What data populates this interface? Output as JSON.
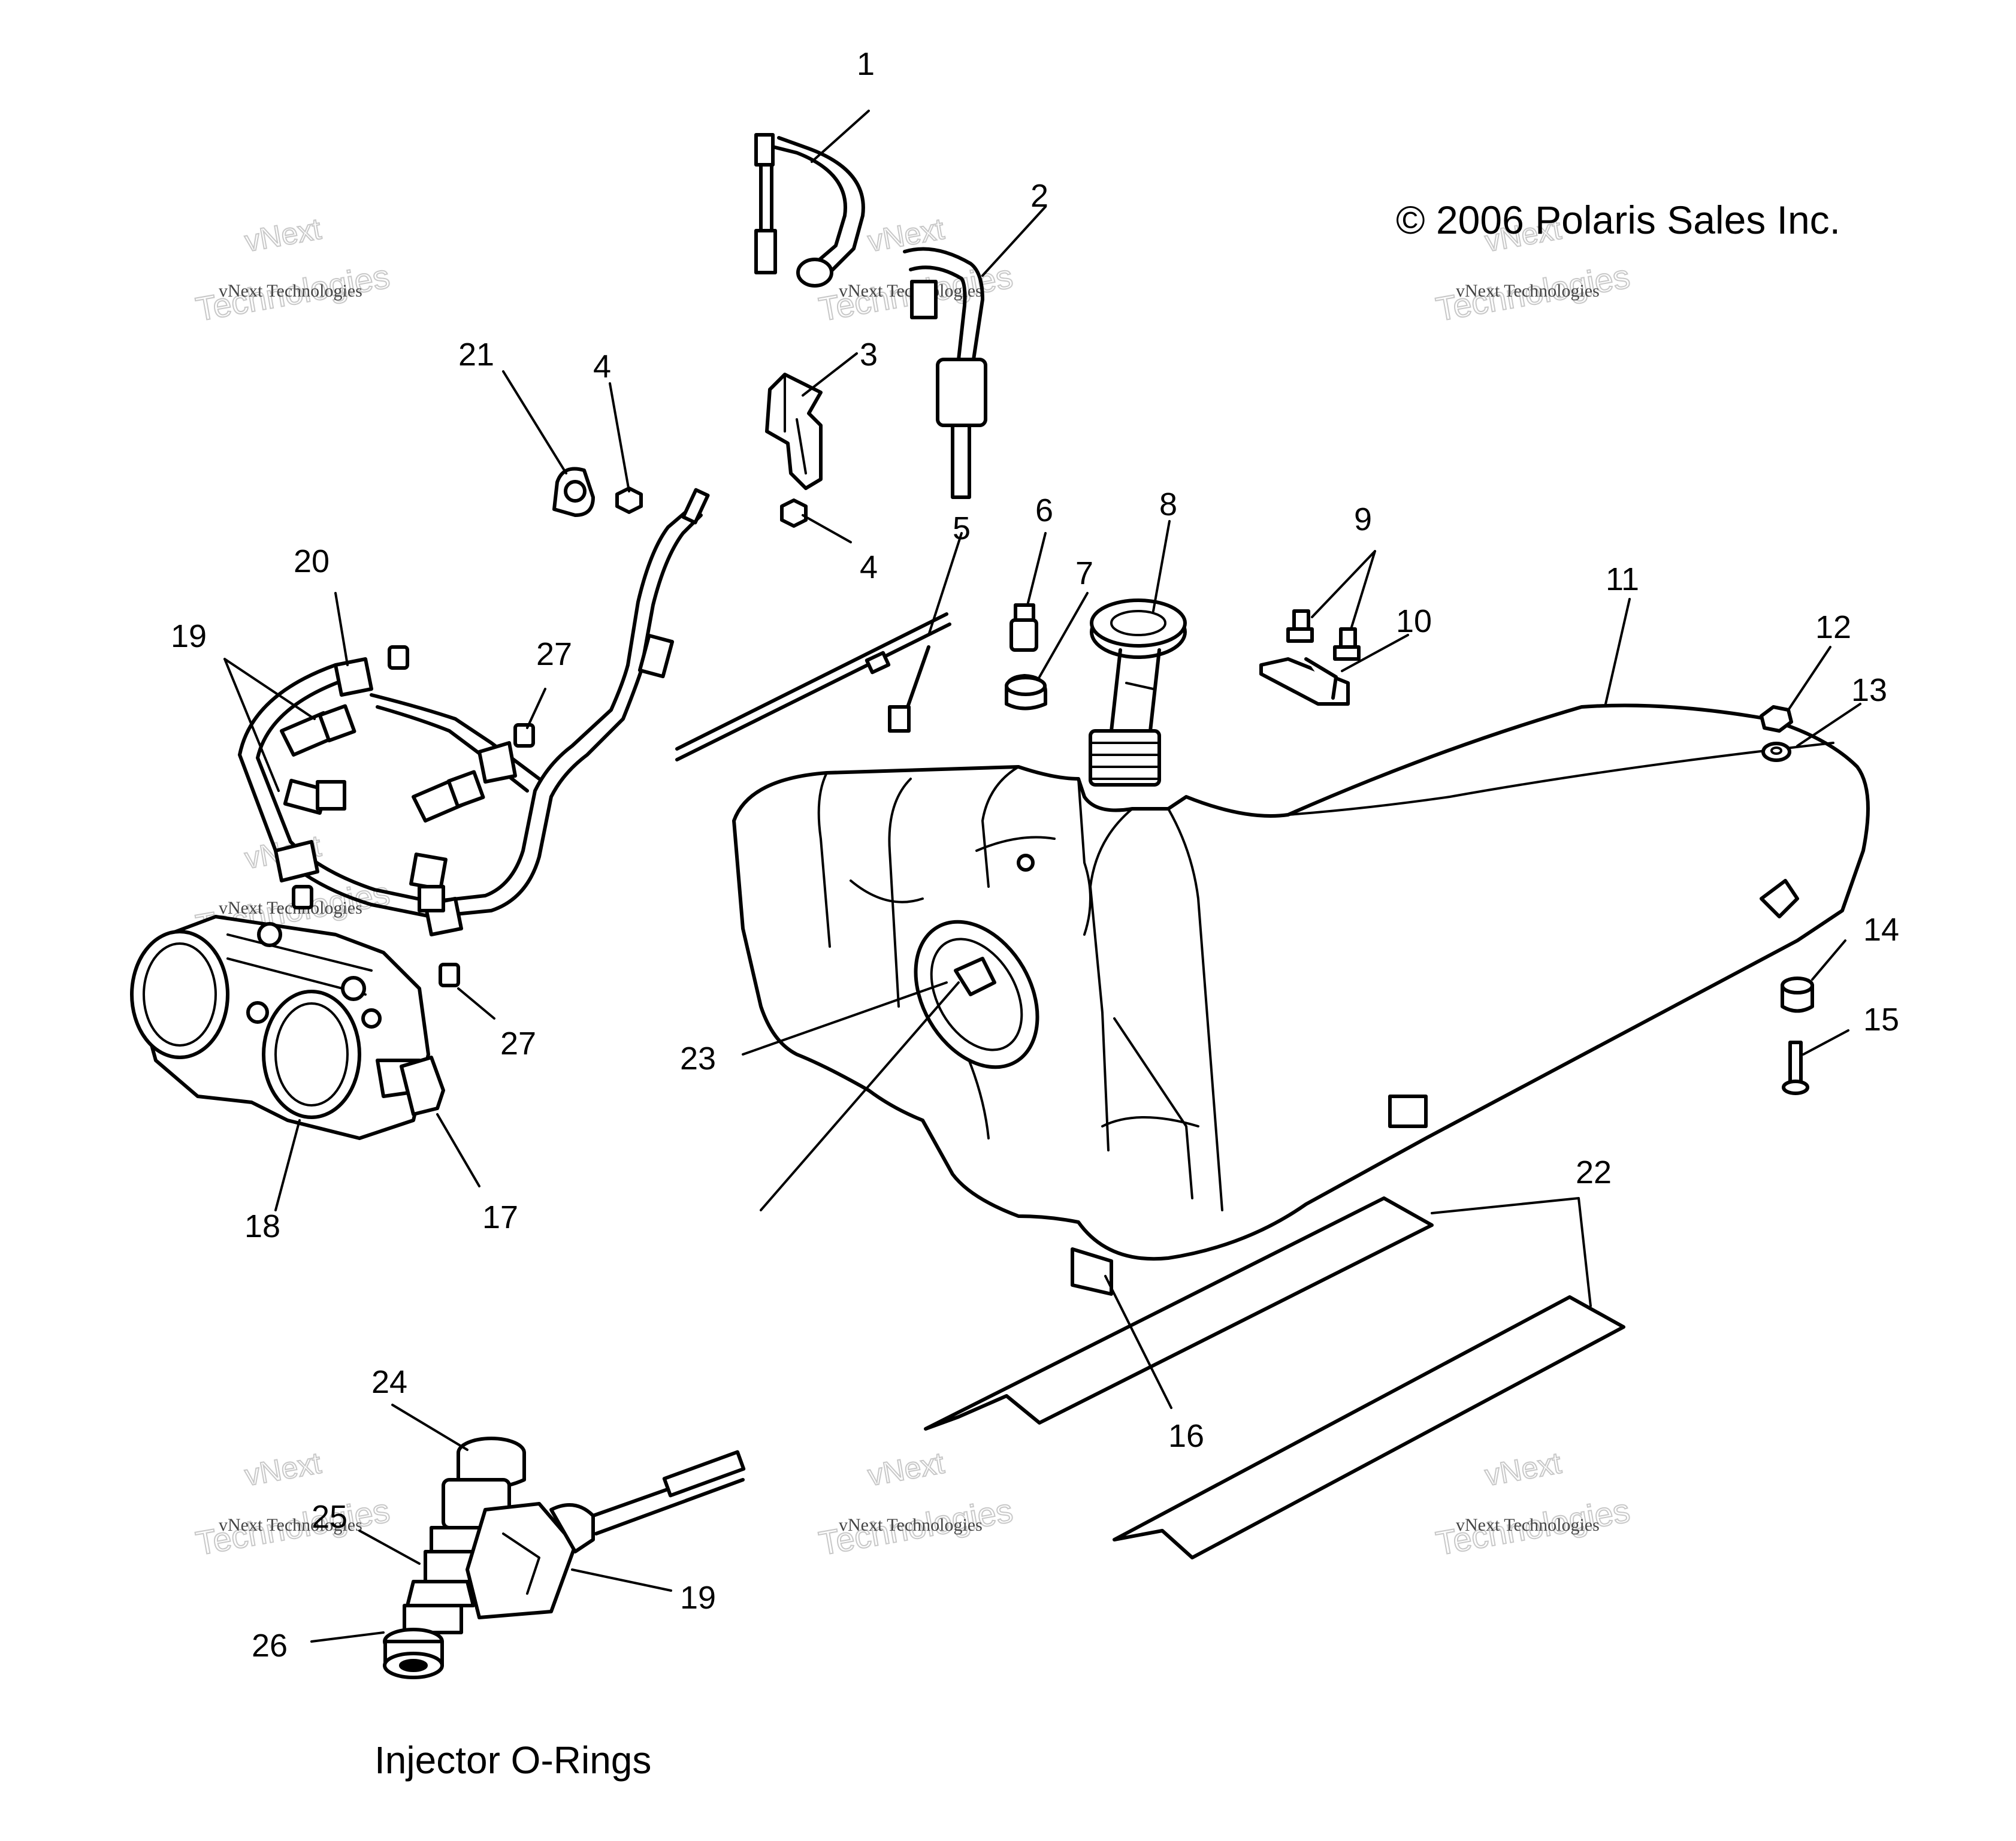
{
  "copyright": "© 2006 Polaris Sales Inc.",
  "caption": "Injector O-Rings",
  "watermark": {
    "line1": "vNext Technologies",
    "line2": "Technologies",
    "line3": "vNext"
  },
  "callouts": [
    "1",
    "2",
    "3",
    "4",
    "4",
    "5",
    "6",
    "7",
    "8",
    "9",
    "10",
    "11",
    "12",
    "13",
    "14",
    "15",
    "16",
    "17",
    "18",
    "19",
    "19",
    "20",
    "21",
    "22",
    "23",
    "24",
    "25",
    "26",
    "27",
    "27"
  ]
}
